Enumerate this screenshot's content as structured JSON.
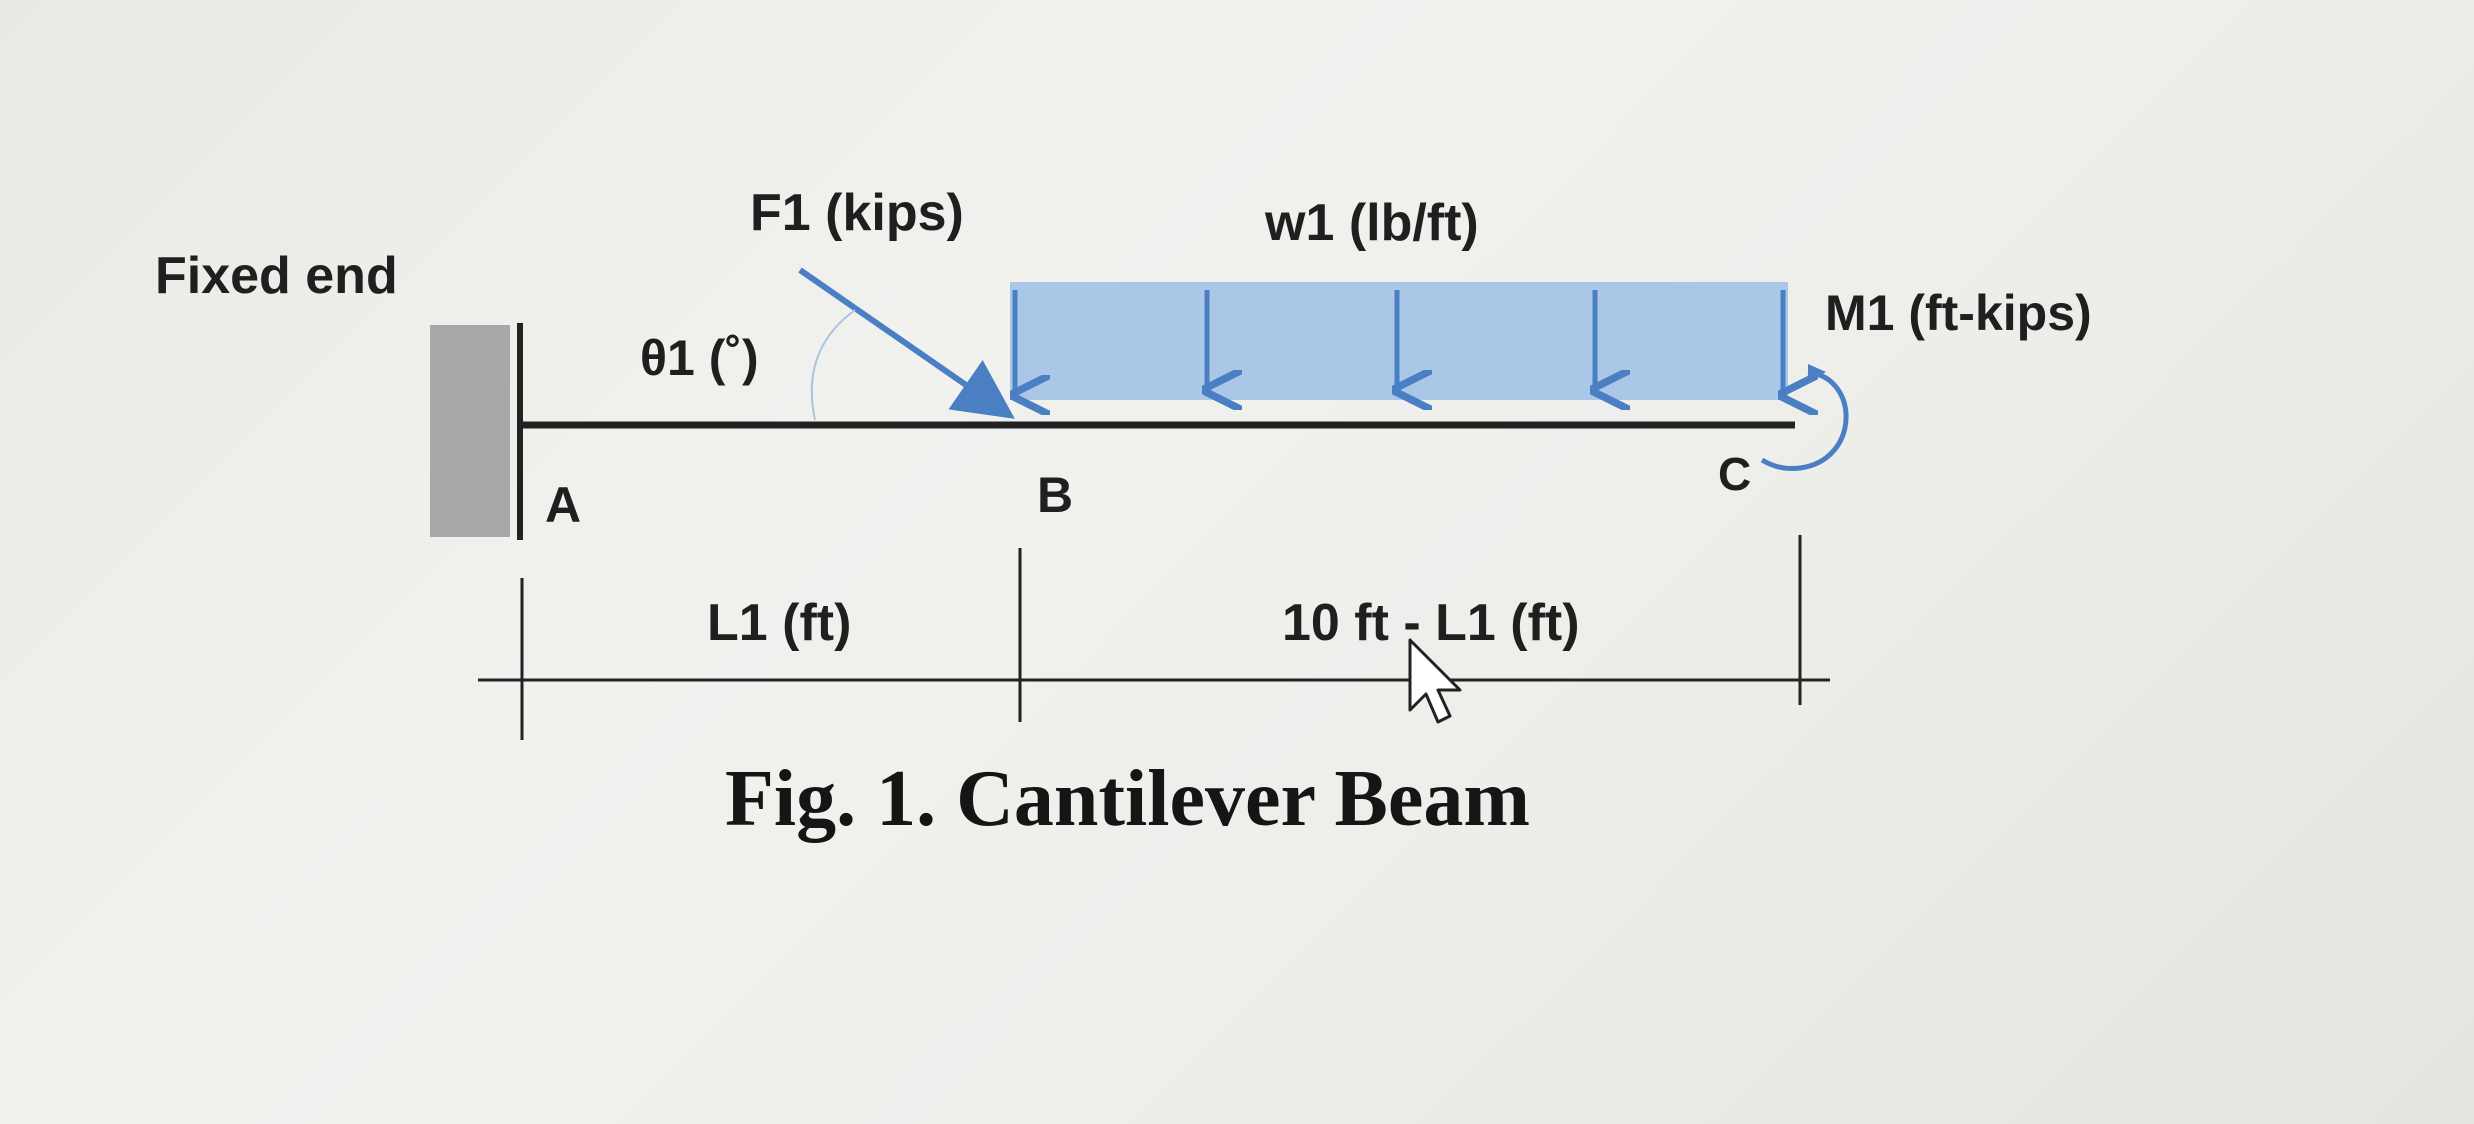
{
  "labels": {
    "fixed_end": "Fixed end",
    "force": "F1 (kips)",
    "angle": "θ1 (˚)",
    "distributed_load": "w1 (lb/ft)",
    "moment": "M1 (ft-kips)",
    "point_a": "A",
    "point_b": "B",
    "point_c": "C",
    "length_ab": "L1 (ft)",
    "length_bc": "10 ft - L1 (ft)"
  },
  "caption": "Fig. 1. Cantilever Beam",
  "colors": {
    "load": "#4a7fc4",
    "load_fill": "#9dbfe6",
    "beam": "#222222",
    "wall": "#a8a8a8"
  }
}
